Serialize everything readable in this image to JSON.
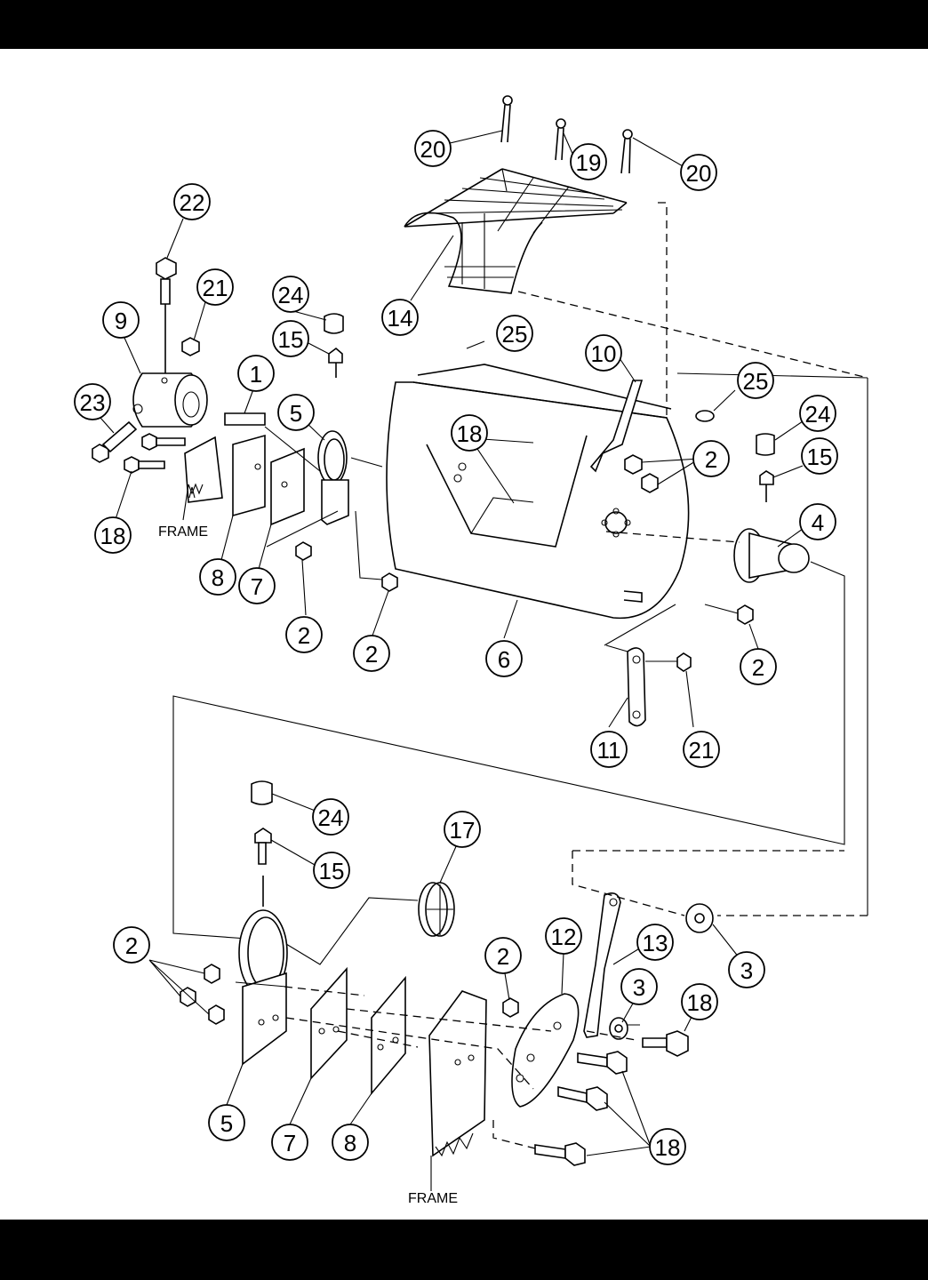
{
  "colors": {
    "background": "#ffffff",
    "linework": "#000000",
    "band": "#000000"
  },
  "callouts": {
    "c1": "1",
    "c2": "2",
    "c3": "3",
    "c4": "4",
    "c5": "5",
    "c6": "6",
    "c7": "7",
    "c8": "8",
    "c9": "9",
    "c10": "10",
    "c11": "11",
    "c12": "12",
    "c13": "13",
    "c14": "14",
    "c15": "15",
    "c17": "17",
    "c18": "18",
    "c19": "19",
    "c20": "20",
    "c21": "21",
    "c22": "22",
    "c23": "23",
    "c24": "24",
    "c25": "25"
  },
  "labels": {
    "frame": "FRAME"
  }
}
